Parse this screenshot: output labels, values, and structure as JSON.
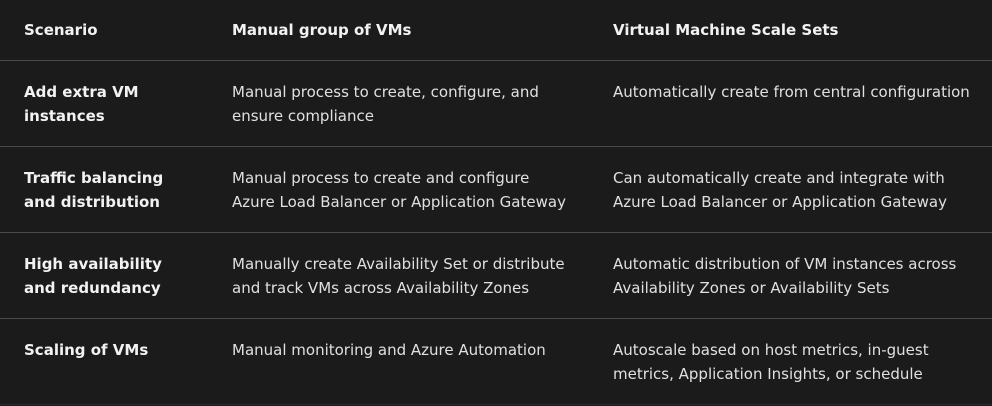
{
  "table": {
    "headers": [
      "Scenario",
      "Manual group of VMs",
      "Virtual Machine Scale Sets"
    ],
    "rows": [
      {
        "scenario": "Add extra VM instances",
        "manual": "Manual process to create, configure, and ensure compliance",
        "vmss": "Automatically create from central configuration"
      },
      {
        "scenario": "Traffic balancing and distribution",
        "manual": "Manual process to create and configure Azure Load Balancer or Application Gateway",
        "vmss": "Can automatically create and integrate with Azure Load Balancer or Application Gateway"
      },
      {
        "scenario": "High availability and redundancy",
        "manual": "Manually create Availability Set or distribute and track VMs across Availability Zones",
        "vmss": "Automatic distribution of VM instances across Availability Zones or Availability Sets"
      },
      {
        "scenario": "Scaling of VMs",
        "manual": "Manual monitoring and Azure Automation",
        "vmss": "Autoscale based on host metrics, in-guest metrics, Application Insights, or schedule"
      }
    ]
  },
  "colors": {
    "background": "#1b1b1b",
    "text": "#e6e6e6",
    "divider": "#4a4a4a"
  }
}
